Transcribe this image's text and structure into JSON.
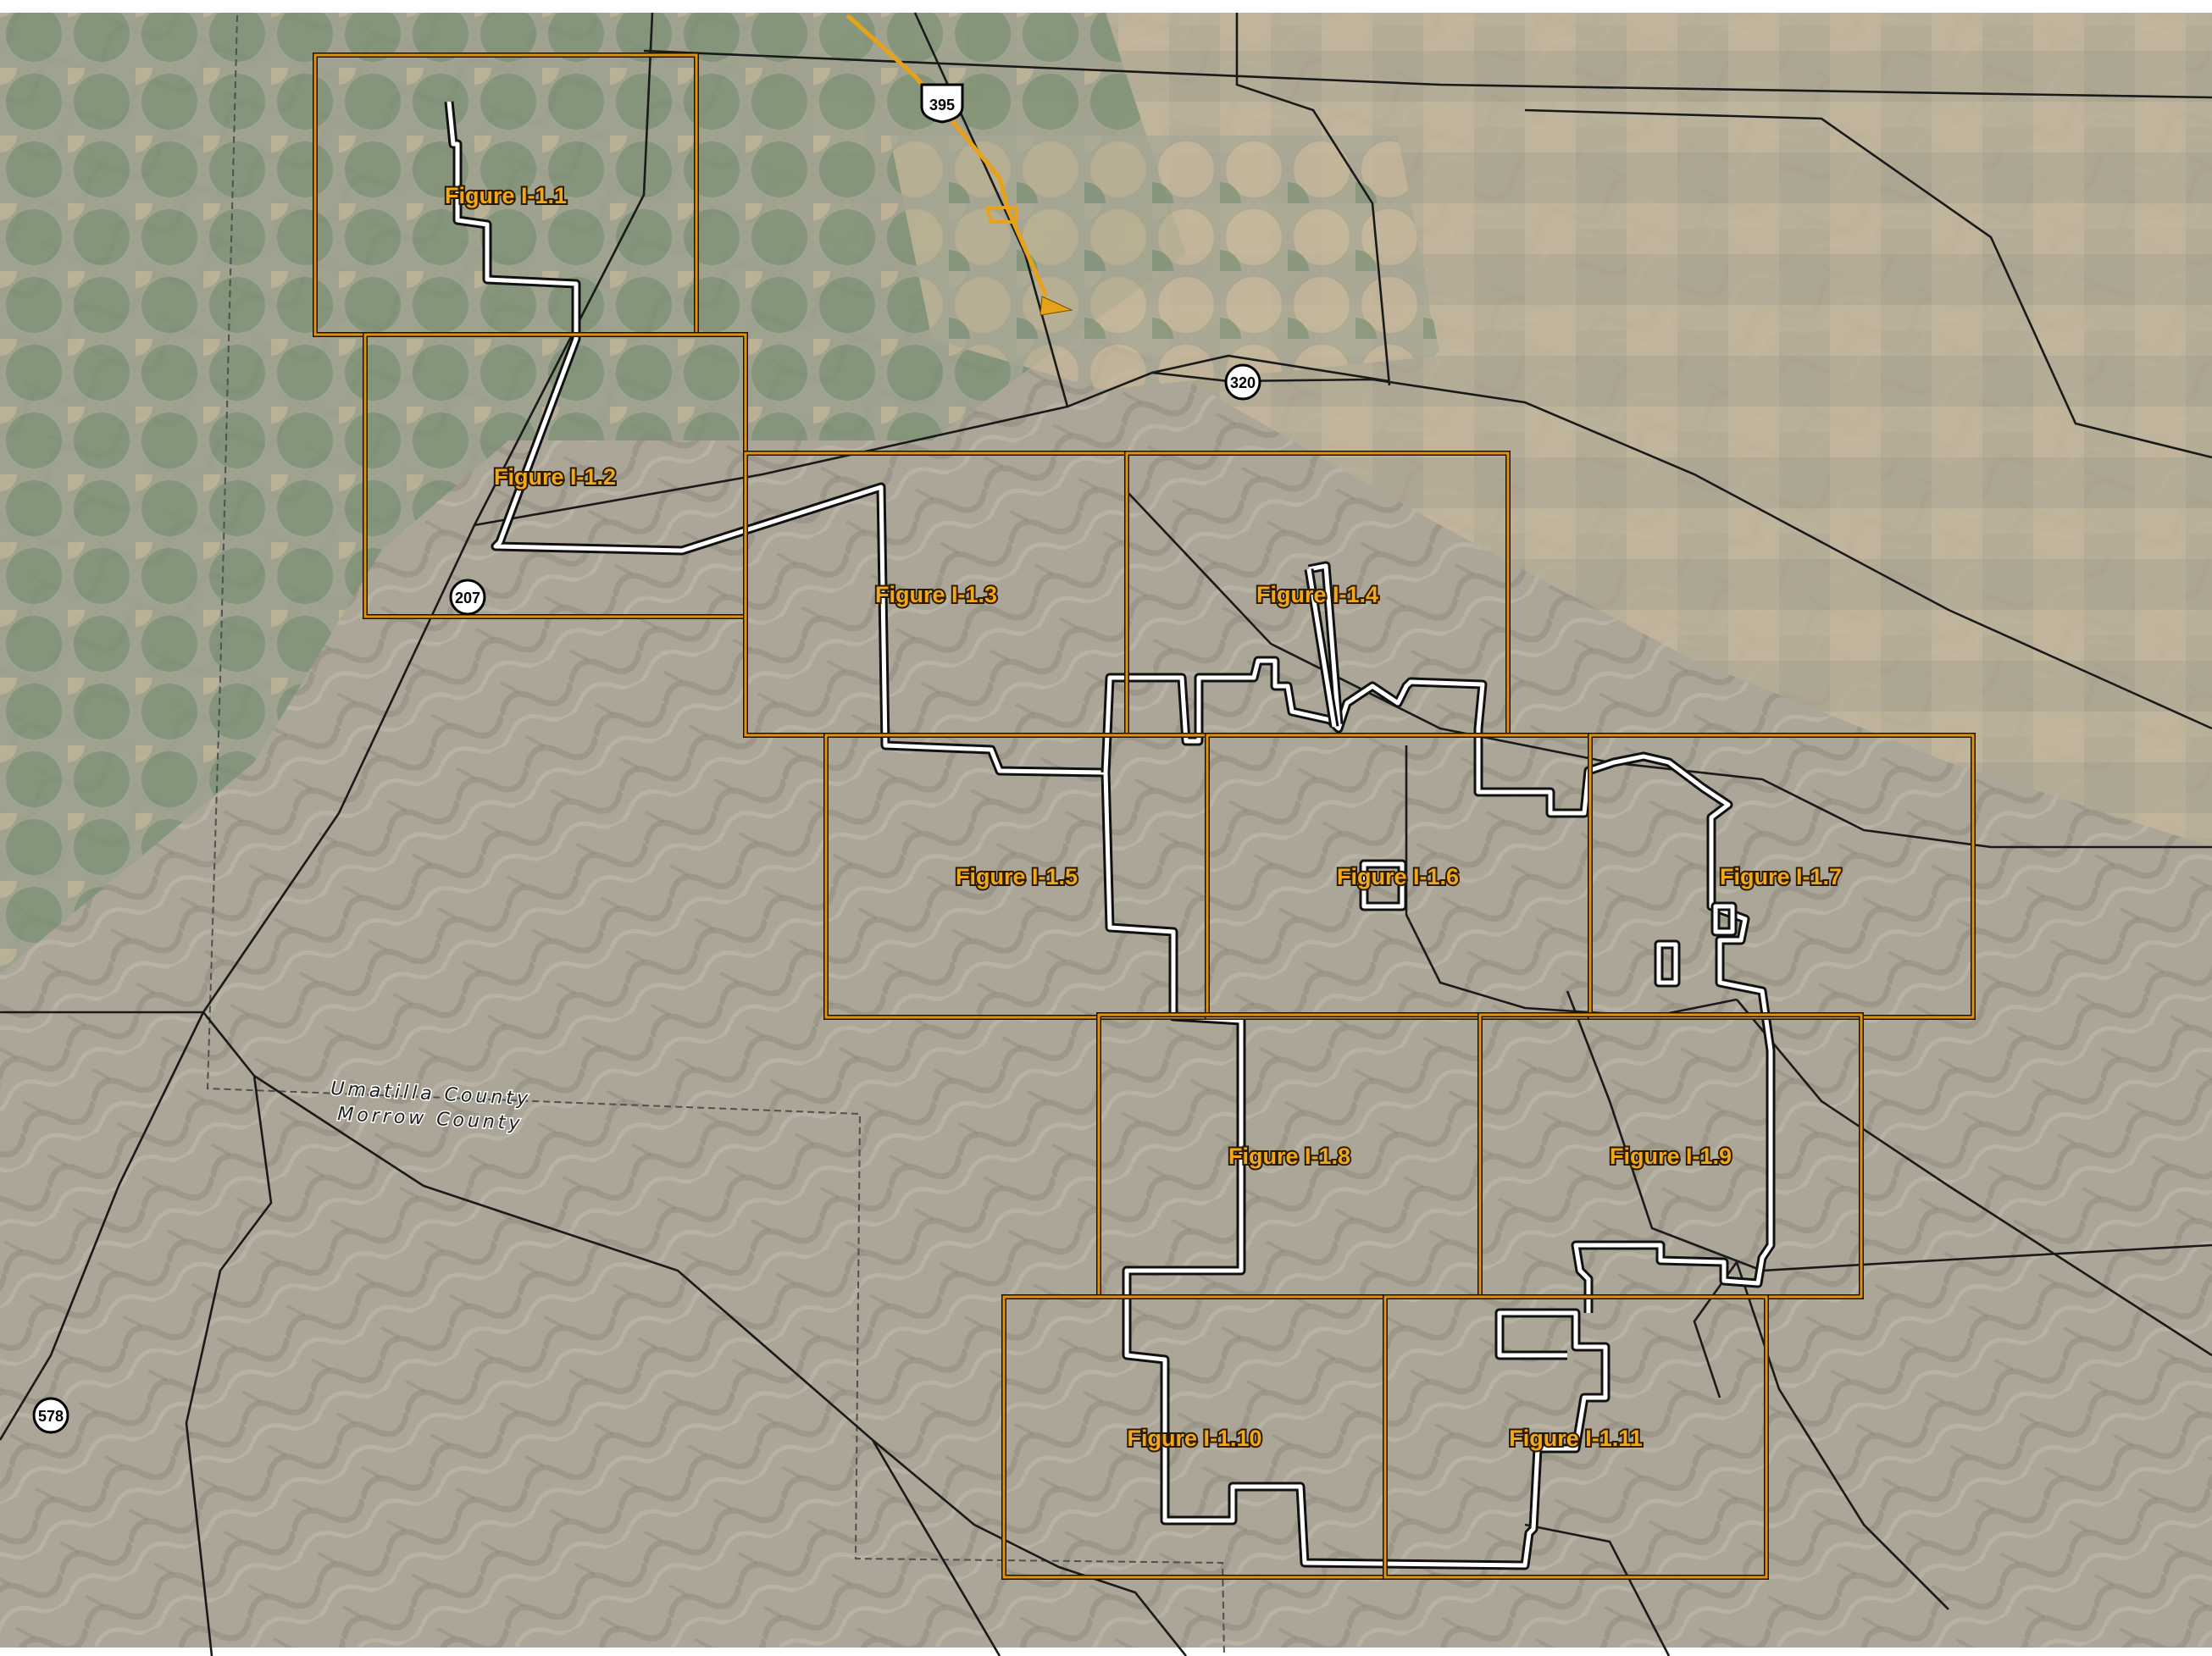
{
  "map": {
    "figure_labels": [
      "Figure I-1.1",
      "Figure I-1.2",
      "Figure I-1.3",
      "Figure I-1.4",
      "Figure I-1.5",
      "Figure I-1.6",
      "Figure I-1.7",
      "Figure I-1.8",
      "Figure I-1.9",
      "Figure I-1.10",
      "Figure I-1.11"
    ],
    "county_labels": {
      "north": "Umatilla County",
      "south": "Morrow County"
    },
    "highway_shields": {
      "us395": "395",
      "or320": "320",
      "or207": "207",
      "or578": "578"
    },
    "colors": {
      "figure_box": "#e0930f",
      "highway_line": "#e8a21a",
      "route": "#ffffff",
      "road": "#1a1a1a",
      "terrain_base": "#a19a8a",
      "farmland": "#b8a98a",
      "irrigation_green": "#6a8565"
    },
    "icons": [
      "us-highway-shield-icon",
      "state-route-circle-icon"
    ]
  }
}
